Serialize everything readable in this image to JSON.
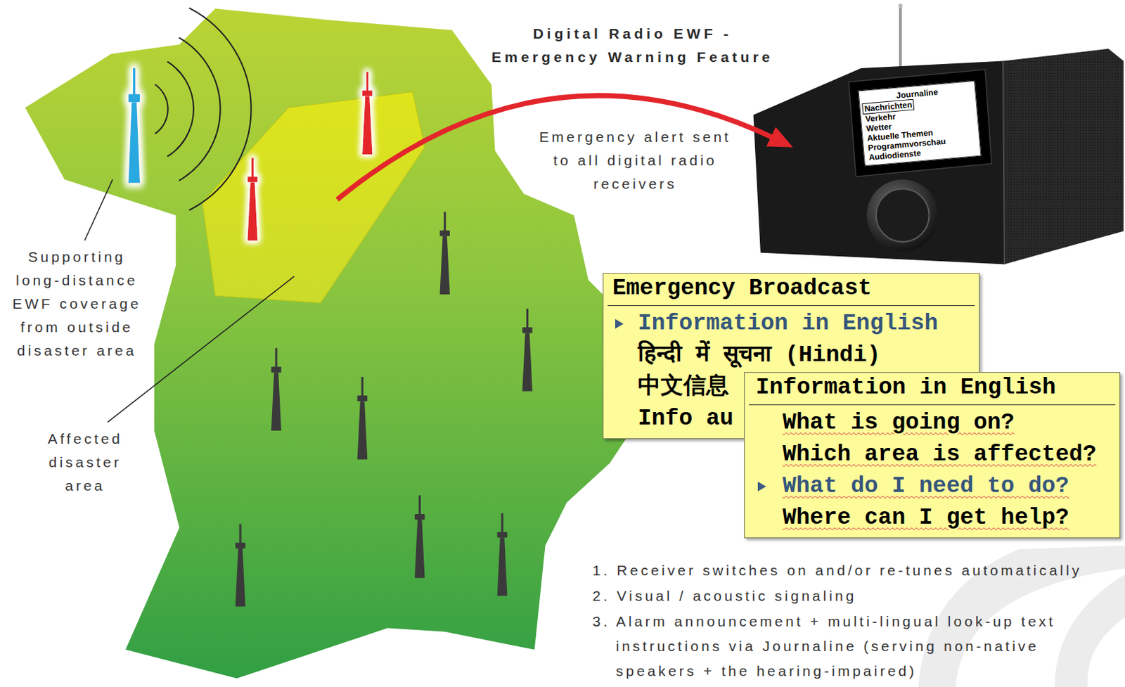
{
  "diagram": {
    "title": "Digital Radio EWF - Emergency Warning Feature",
    "nodes": [
      {
        "text": [
          "Journaline",
          "Nachrichten",
          "Verkehr",
          "Wetter",
          "Aktuelle Themen",
          "Programmvorschau",
          "Audiodienste"
        ]
      },
      {
        "text": [
          "Emergency Broadcast",
          "Information in English",
          "हिन्दी में सूचना (Hindi)",
          "中文信息",
          "Info au"
        ]
      },
      {
        "text": [
          "Information in English",
          "What is going on?",
          "Which area is affected?",
          "What do I need to do?",
          "Where can I get help?"
        ]
      }
    ],
    "labels": [
      "Supporting long-distance EWF coverage from outside disaster area",
      "Emergency alert sent to all digital radio receivers",
      "Affected disaster area",
      "1. Receiver switches on and/or re-tunes automatically",
      "2. Visual / acoustic signaling",
      "3. Alarm announcement + multi-lingual look-up text instructions via Journaline (serving non-native speakers + the hearing-impaired)"
    ]
  }
}
